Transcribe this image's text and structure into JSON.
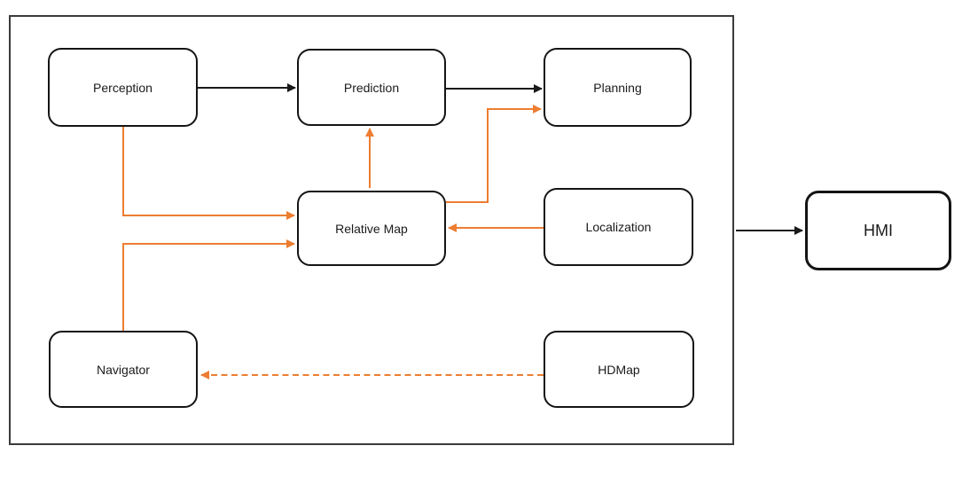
{
  "diagram": {
    "nodes": {
      "perception": {
        "label": "Perception"
      },
      "prediction": {
        "label": "Prediction"
      },
      "planning": {
        "label": "Planning"
      },
      "relative_map": {
        "label": "Relative Map"
      },
      "localization": {
        "label": "Localization"
      },
      "navigator": {
        "label": "Navigator"
      },
      "hdmap": {
        "label": "HDMap"
      },
      "hmi": {
        "label": "HMI"
      }
    },
    "edges": [
      {
        "from": "Perception",
        "to": "Prediction",
        "color": "#1a1a1a",
        "style": "solid"
      },
      {
        "from": "Prediction",
        "to": "Planning",
        "color": "#1a1a1a",
        "style": "solid"
      },
      {
        "from": "Perception",
        "to": "Relative Map",
        "color": "#ED7D31",
        "style": "solid"
      },
      {
        "from": "Navigator",
        "to": "Relative Map",
        "color": "#ED7D31",
        "style": "solid"
      },
      {
        "from": "Relative Map",
        "to": "Prediction",
        "color": "#ED7D31",
        "style": "solid"
      },
      {
        "from": "Relative Map",
        "to": "Planning",
        "color": "#ED7D31",
        "style": "solid"
      },
      {
        "from": "Localization",
        "to": "Relative Map",
        "color": "#ED7D31",
        "style": "solid"
      },
      {
        "from": "HDMap",
        "to": "Navigator",
        "color": "#ED7D31",
        "style": "dashed"
      },
      {
        "from": "system-boundary",
        "to": "HMI",
        "color": "#1a1a1a",
        "style": "solid"
      }
    ],
    "colors": {
      "accent_orange": "#ED7D31",
      "line_black": "#1a1a1a",
      "node_border": "#141414",
      "boundary_border": "#3b3b3b",
      "node_fill": "#ffffff",
      "background": "#ffffff"
    }
  }
}
